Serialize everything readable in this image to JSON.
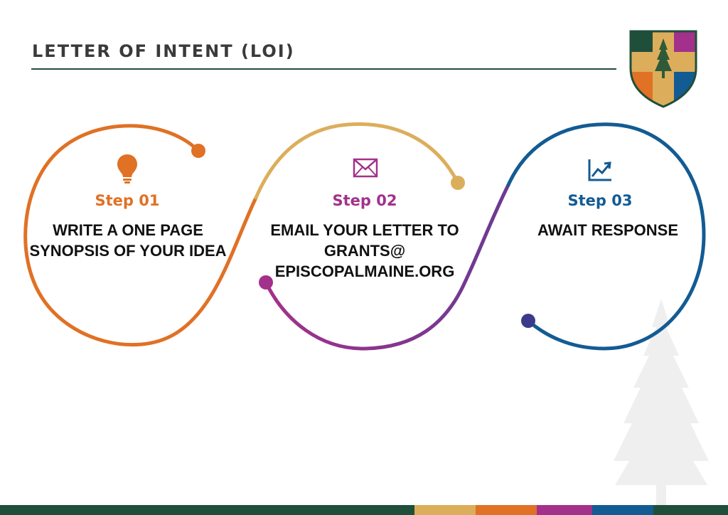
{
  "page": {
    "title": "LETTER OF INTENT (LOI)"
  },
  "colors": {
    "orange": "#e07125",
    "gold": "#dcae5b",
    "magenta": "#a3318b",
    "purple": "#6a3a92",
    "blue": "#135b93",
    "green": "#1f4f3a",
    "watermark": "#ececec"
  },
  "steps": [
    {
      "label": "Step 01",
      "text": "WRITE A ONE PAGE SYNOPSIS OF YOUR IDEA",
      "icon": "lightbulb-icon",
      "color": "#e07125"
    },
    {
      "label": "Step 02",
      "text": "EMAIL YOUR LETTER TO GRANTS@ EPISCOPALMAINE.ORG",
      "icon": "envelope-icon",
      "color": "#a3318b"
    },
    {
      "label": "Step 03",
      "text": "AWAIT RESPONSE",
      "icon": "chart-up-icon",
      "color": "#135b93"
    }
  ],
  "crest": {
    "icon": "diocese-crest-icon"
  },
  "watermark": {
    "icon": "pine-tree-watermark-icon"
  }
}
